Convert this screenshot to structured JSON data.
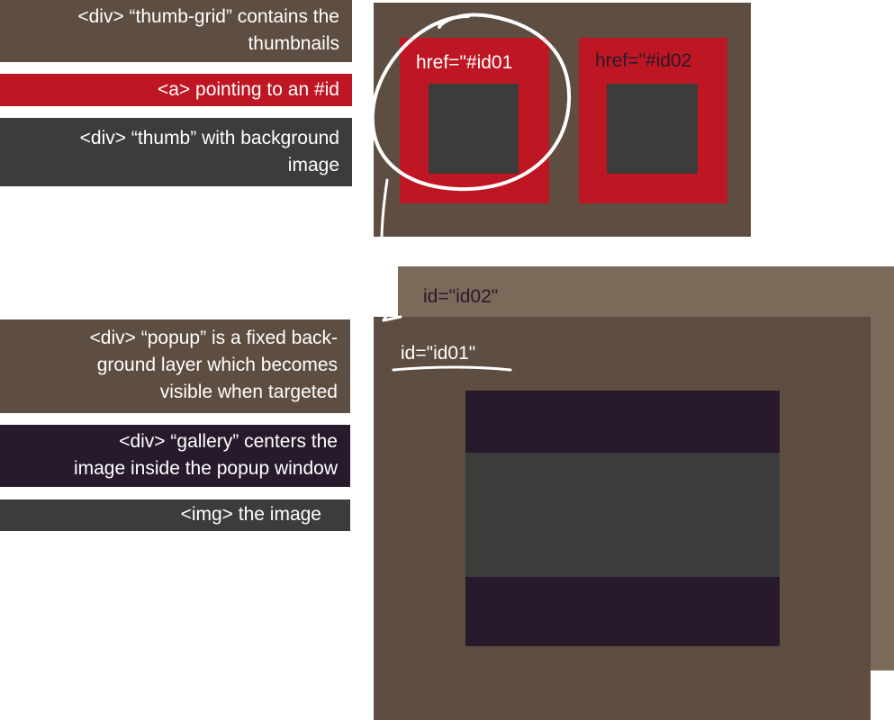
{
  "legend": {
    "thumb_grid": "<div> “thumb-grid” contains the\nthumbnails",
    "anchor": "<a> pointing to an #id",
    "thumb": "<div>  “thumb” with background\nimage",
    "popup": "<div> “popup”  is a fixed back-\nground layer which becomes\nvisible when targeted",
    "gallery": "<div> “gallery”  centers the\nimage inside the popup window",
    "img": "<img>  the image"
  },
  "thumbnails": [
    {
      "href_label": "href=\"#id01"
    },
    {
      "href_label": "href=\"#id02"
    }
  ],
  "popups": {
    "back_id_label": "id=\"id02\"",
    "front_id_label": "id=\"id01\""
  },
  "colors": {
    "thumb_grid": "#5e4d41",
    "anchor": "#be1622",
    "thumb": "#3c3c3b",
    "popup_front": "#5e4d41",
    "popup_back": "#7b6a5a",
    "gallery": "#271a2c",
    "img": "#3c3c3b",
    "annotation": "#ffffff"
  }
}
